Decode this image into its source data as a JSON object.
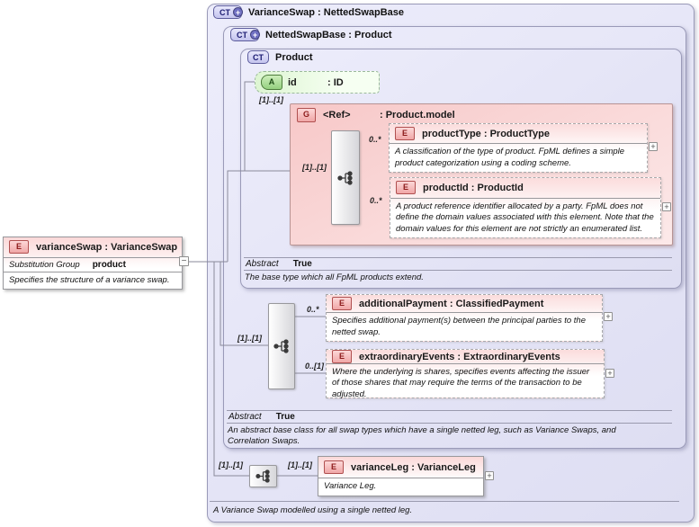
{
  "containers": {
    "variance_swap": {
      "badge": "CT",
      "title": "VarianceSwap : NettedSwapBase",
      "doc": "A Variance Swap modelled using a single netted leg."
    },
    "netted_swap_base": {
      "badge": "CT",
      "title": "NettedSwapBase : Product",
      "abstract_label": "Abstract",
      "abstract_value": "True",
      "doc": "An abstract base class for all swap types which have a single netted leg, such as Variance Swaps, and Correlation Swaps."
    },
    "product": {
      "badge": "CT",
      "title": "Product",
      "abstract_label": "Abstract",
      "abstract_value": "True",
      "doc": "The base type which all FpML products extend."
    }
  },
  "attribute_id": {
    "badge": "A",
    "name": "id",
    "type": ": ID"
  },
  "group_ref": {
    "badge": "G",
    "name": "<Ref>",
    "type": ": Product.model"
  },
  "elements": {
    "product_type": {
      "badge": "E",
      "title": "productType : ProductType",
      "desc": "A classification of the type of product. FpML defines a simple product categorization using a coding scheme."
    },
    "product_id": {
      "badge": "E",
      "title": "productId : ProductId",
      "desc": "A product reference identifier allocated by a party. FpML does not define the domain values associated with this element. Note that the domain values for this element are not strictly an enumerated list."
    },
    "additional_payment": {
      "badge": "E",
      "title": "additionalPayment : ClassifiedPayment",
      "desc": "Specifies additional payment(s) between the principal parties to the netted swap."
    },
    "extraordinary_events": {
      "badge": "E",
      "title": "extraordinaryEvents : ExtraordinaryEvents",
      "desc": "Where the underlying is shares, specifies events affecting the issuer of those shares that may require the terms of the transaction to be adjusted."
    },
    "variance_leg": {
      "badge": "E",
      "title": "varianceLeg : VarianceLeg",
      "desc": "Variance Leg."
    }
  },
  "root_element": {
    "badge": "E",
    "title": "varianceSwap : VarianceSwap",
    "substitution_label": "Substitution Group",
    "substitution_value": "product",
    "desc": "Specifies the structure of a variance swap."
  },
  "cardinalities": {
    "ref": "[1]..[1]",
    "ref_seq": "[1]..[1]",
    "product_type": "0..*",
    "product_id": "0..*",
    "nsb_seq": "[1]..[1]",
    "additional_payment": "0..*",
    "extraordinary_events": "0..[1]",
    "vs_seq_left": "[1]..[1]",
    "variance_leg": "[1]..[1]"
  },
  "expand_plus": "+",
  "collapse_minus": "−",
  "colors": {
    "container_fill": "#e8e8f8",
    "group_fill": "#f8caca",
    "element_pink": "#fbd6d6",
    "attribute_green": "#d8f3cc",
    "accent_border": "#5c5c9c"
  }
}
